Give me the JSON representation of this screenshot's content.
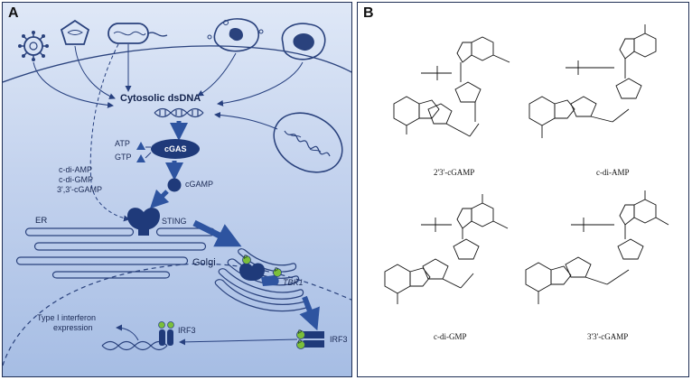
{
  "panel_a": {
    "letter": "A",
    "cytosolic_dsdna": "Cytosolic dsDNA",
    "atp": "ATP",
    "gtp": "GTP",
    "cgas": "cGAS",
    "cgamp": "cGAMP",
    "cdn_1": "c-di-AMP",
    "cdn_2": "c-di-GMP",
    "cdn_3": "3',3'-cGAMP",
    "er": "ER",
    "sting": "STING",
    "golgi": "Golgi",
    "tbk1": "TBK1",
    "irf3_cyto": "IRF3",
    "irf3_nuc": "IRF3",
    "ifn_line1": "Type I interferon",
    "ifn_line2": "expression",
    "phospho": "P"
  },
  "panel_b": {
    "letter": "B",
    "molecules": [
      "2'3'-cGAMP",
      "c-di-AMP",
      "c-di-GMP",
      "3'3'-cGAMP"
    ]
  },
  "colors": {
    "navy": "#1f3a7a",
    "arrow_blue": "#2e54a0",
    "phospho_green": "#7bbf3b"
  }
}
